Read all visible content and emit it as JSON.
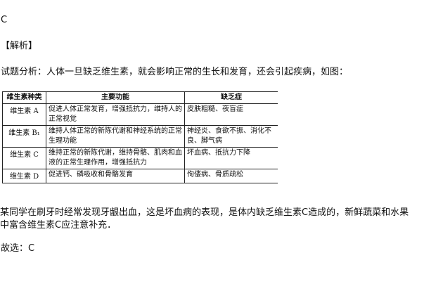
{
  "answer": "C",
  "analysis_heading": "【解析】",
  "intro": "试题分析：人体一旦缺乏维生素，就会影响正常的生长和发育，还会引起疾病，如图：",
  "table": {
    "headers": [
      "维生素种类",
      "主要功能",
      "缺乏症"
    ],
    "rows": [
      {
        "kind": "维生素 A",
        "function": "促进人体正常发育，增强抵抗力，维持人的正常视觉",
        "deficiency": "皮肤粗糙、夜盲症"
      },
      {
        "kind": "维生素 B₁",
        "function": "维持人体正常的新陈代谢和神经系统的正常生理功能",
        "deficiency": "神经炎、食欲不振、消化不良、脚气病"
      },
      {
        "kind": "维生素 C",
        "function": "维持正常的新陈代谢，维持骨骼、肌肉和血液的正常生理作用，增强抵抗力",
        "deficiency": "坏血病、抵抗力下降"
      },
      {
        "kind": "维生素 D",
        "function": "促进钙、磷吸收和骨骼发育",
        "deficiency": "佝偻病、骨质疏松"
      }
    ]
  },
  "conclusion_line1": "某同学在刷牙时经常发现牙龈出血，这是坏血病的表现，是体内缺乏维生素C造成的，新鲜蔬菜和水果",
  "conclusion_line2": "中富含维生素C应注意补充．",
  "final": "故选：C"
}
